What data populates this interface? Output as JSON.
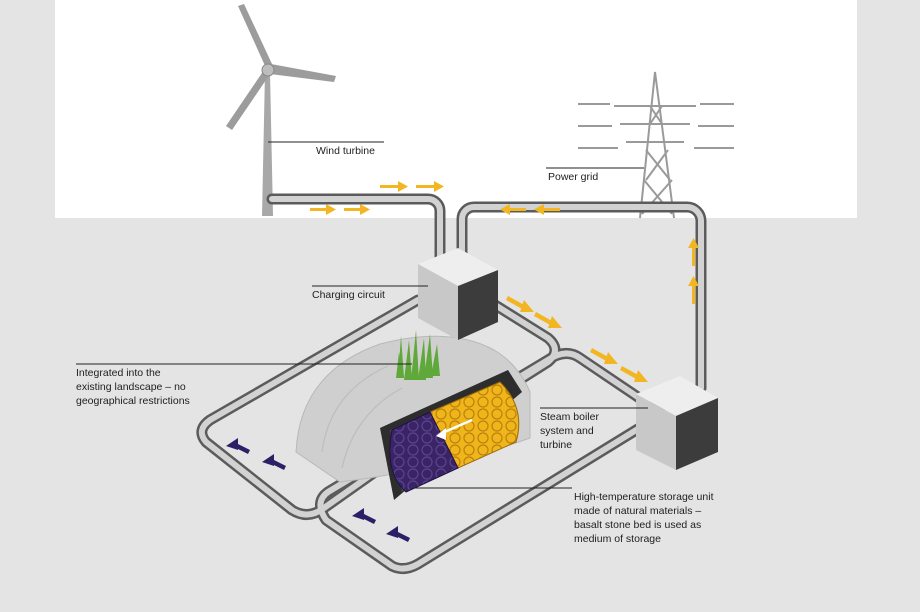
{
  "labels": {
    "wind_turbine": "Wind turbine",
    "power_grid": "Power grid",
    "charging_circuit": "Charging circuit",
    "landscape": "Integrated into the\nexisting landscape – no\ngeographical restrictions",
    "steam_boiler": "Steam boiler\nsystem and\nturbine",
    "storage_unit": "High-temperature storage unit\nmade of natural materials –\nbasalt stone bed is used as\nmedium of storage"
  },
  "colors": {
    "background": "#e4e4e4",
    "sky": "#ffffff",
    "pipe_outline": "#5b5b5b",
    "pipe_fill": "#d2d2d2",
    "box_top": "#eeeeee",
    "box_front": "#c8c8c8",
    "box_side": "#3c3c3c",
    "mound": "#cfcfcf",
    "hot_storage": "#f1b51c",
    "cold_storage": "#3a2466",
    "flow_hot": "#f3b623",
    "flow_cold": "#2c1f66",
    "grass": "#5fa83a",
    "structure": "#9a9a9a"
  }
}
